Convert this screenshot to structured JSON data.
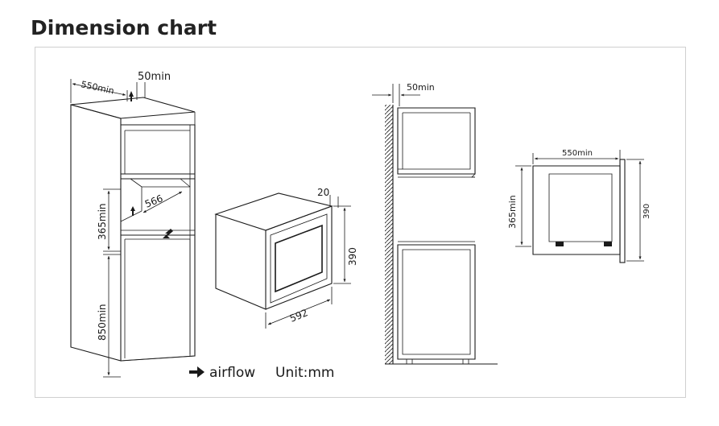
{
  "title": "Dimension chart",
  "left_cabinet": {
    "depth_label": "550min",
    "top_gap_label": "50min",
    "opening_width_label": "566",
    "opening_height_label": "365min",
    "base_height_label": "850min"
  },
  "oven": {
    "frame_label": "20",
    "height_label": "390",
    "width_label": "592"
  },
  "side_view": {
    "gap_label": "50min"
  },
  "detail_view": {
    "depth_label": "550min",
    "opening_height_label": "365min",
    "height_label": "390"
  },
  "legend": {
    "airflow_label": "airflow",
    "unit_label": "Unit:mm"
  },
  "colors": {
    "line": "#1a1a1a",
    "frame_border": "#cfcfcf",
    "title": "#222222"
  }
}
